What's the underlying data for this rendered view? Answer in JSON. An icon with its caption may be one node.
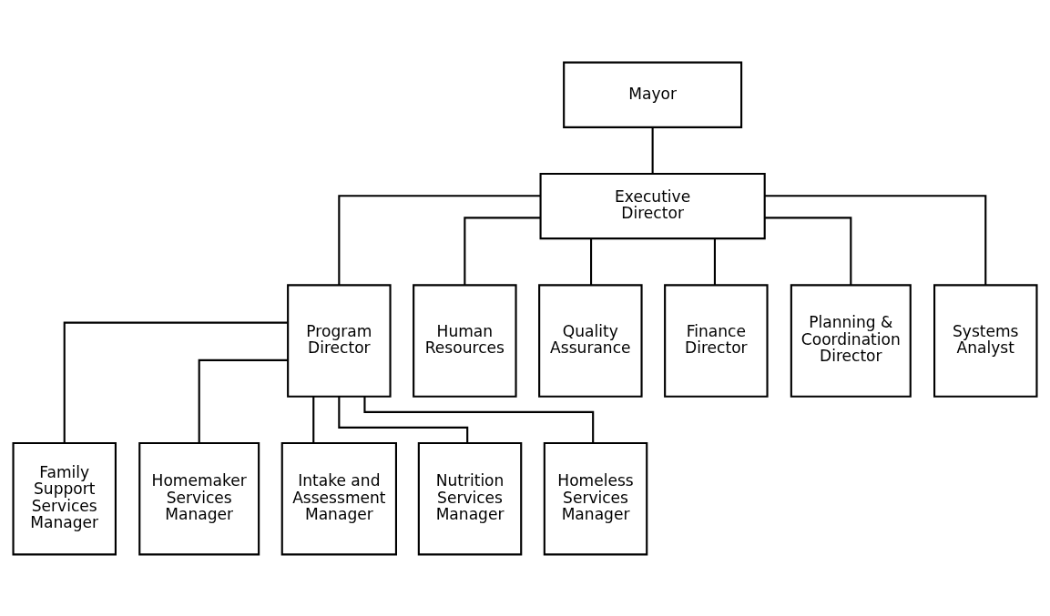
{
  "diagram": {
    "nodes": [
      {
        "text": [
          "Mayor"
        ]
      },
      {
        "text": [
          "Executive Director"
        ]
      },
      {
        "text": [
          "Program Director"
        ]
      },
      {
        "text": [
          "Human Resources"
        ]
      },
      {
        "text": [
          "Quality Assurance"
        ]
      },
      {
        "text": [
          "Finance Director"
        ]
      },
      {
        "text": [
          "Planning & Coordination Director"
        ]
      },
      {
        "text": [
          "Systems Analyst"
        ]
      },
      {
        "text": [
          "Family Support Services Manager"
        ]
      },
      {
        "text": [
          "Homemaker Services Manager"
        ]
      },
      {
        "text": [
          "Intake and Assessment Manager"
        ]
      },
      {
        "text": [
          "Nutrition Services Manager"
        ]
      },
      {
        "text": [
          "Homeless Services Manager"
        ]
      }
    ],
    "edges": [
      {
        "from": 0,
        "to": 1,
        "arrow": "none"
      },
      {
        "from": 1,
        "to": 2,
        "arrow": "none"
      },
      {
        "from": 1,
        "to": 3,
        "arrow": "none"
      },
      {
        "from": 1,
        "to": 4,
        "arrow": "none"
      },
      {
        "from": 1,
        "to": 5,
        "arrow": "none"
      },
      {
        "from": 1,
        "to": 6,
        "arrow": "none"
      },
      {
        "from": 1,
        "to": 7,
        "arrow": "none"
      },
      {
        "from": 2,
        "to": 8,
        "arrow": "none"
      },
      {
        "from": 2,
        "to": 9,
        "arrow": "none"
      },
      {
        "from": 2,
        "to": 10,
        "arrow": "none"
      },
      {
        "from": 2,
        "to": 11,
        "arrow": "none"
      },
      {
        "from": 2,
        "to": 12,
        "arrow": "none"
      }
    ]
  }
}
